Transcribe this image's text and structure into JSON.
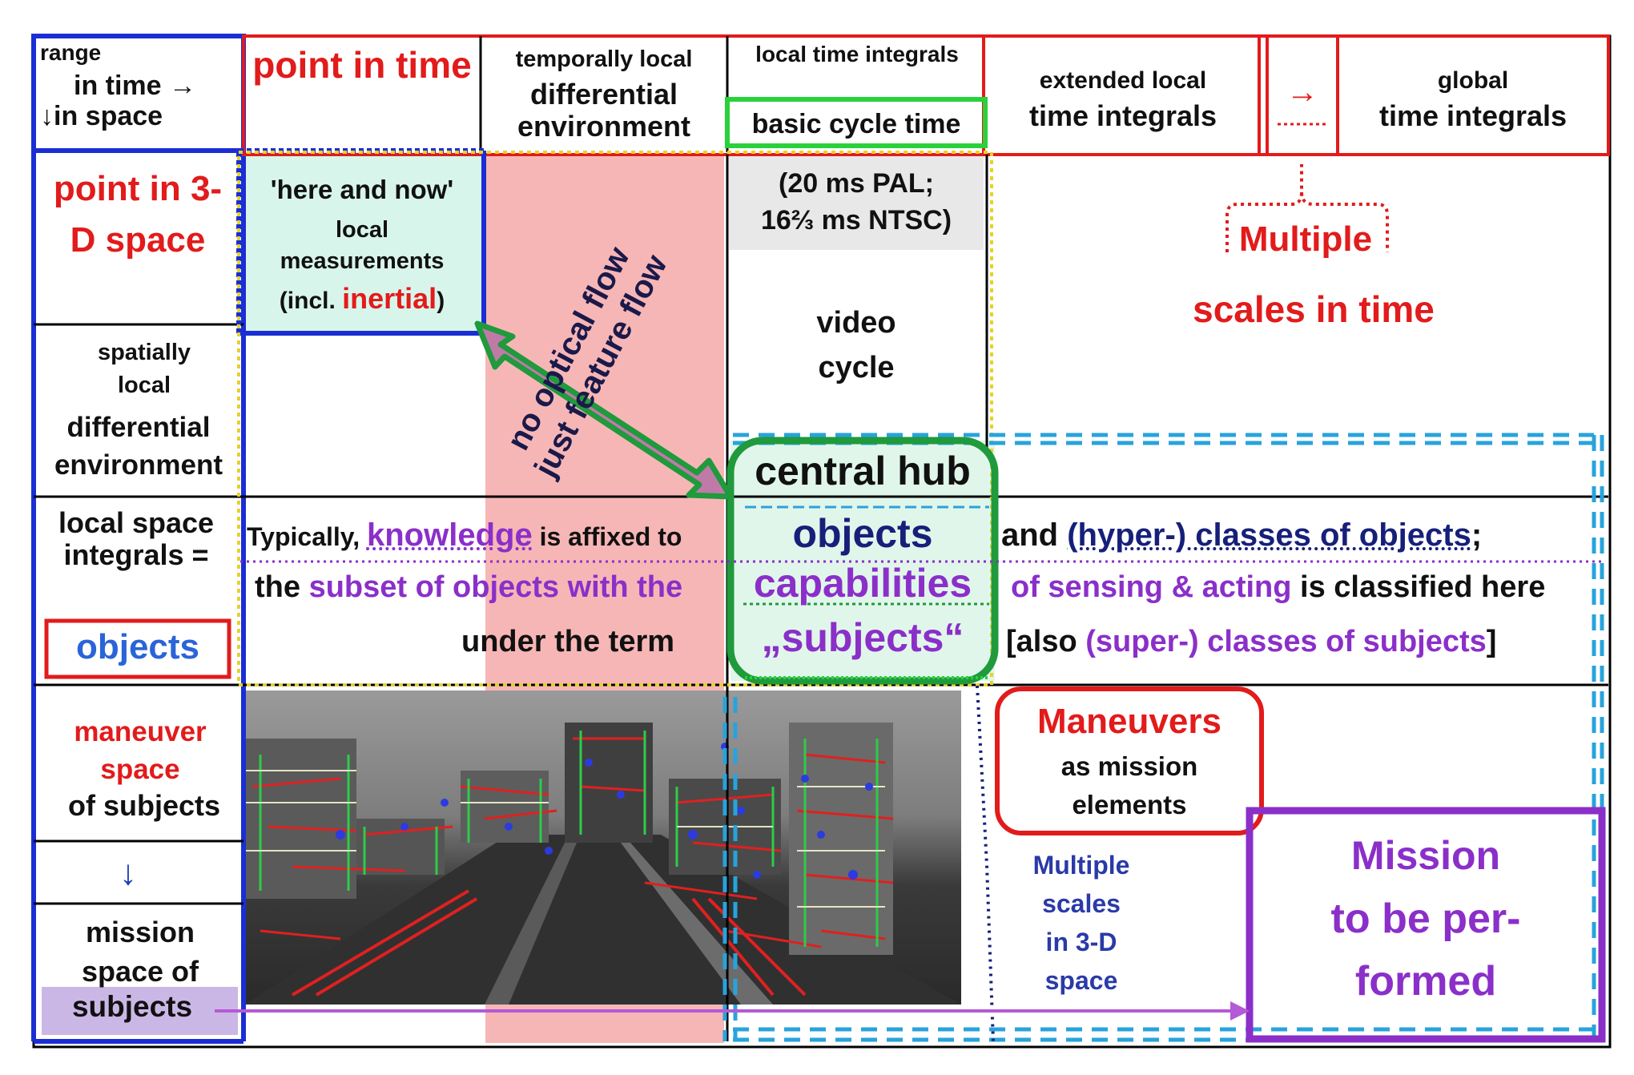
{
  "header": {
    "range": "range",
    "in_time": "in time →",
    "in_space": "↓in space",
    "point_in_time": "point in time",
    "temporally_local": "temporally local",
    "differential_environment": "differential environment",
    "local_time_integrals": "local time integrals",
    "basic_cycle_time": "basic cycle time",
    "extended_local": "extended local",
    "time_integrals": "time integrals",
    "arrow": "→",
    "global": "global",
    "global_time_integrals": "time integrals"
  },
  "rows": {
    "point_in_3d_space": "point in 3-D space",
    "spatially_local": "spatially local",
    "differential_environment": "differential environment",
    "local_space_integrals": "local space integrals =",
    "objects_box": "objects",
    "maneuver_space": "maneuver space",
    "of_subjects": "of subjects",
    "down_arrow": "↓",
    "mission_space_of": "mission space of",
    "subjects": "subjects"
  },
  "cells": {
    "here_and_now": "'here and now'",
    "local_measurements": "local measurements",
    "incl": "(incl. ",
    "inertial": "inertial",
    "incl_close": ")",
    "optical_flow_1": "no optical flow",
    "optical_flow_2": "just feature flow",
    "pal": "(20 ms PAL;",
    "ntsc": "16⅔ ms NTSC)",
    "video": "video",
    "cycle": "cycle",
    "multiple": "Multiple",
    "scales_in_time": "scales in time",
    "central_hub": "central hub",
    "typically": "Typically, ",
    "knowledge": "knowledge",
    "is_affixed": " is affixed  to",
    "objects_center": "objects",
    "and": "and ",
    "hyper_classes": "(hyper-) classes of objects",
    "semicolon": ";",
    "subset_prefix": "the ",
    "subset": "subset of objects with the",
    "capabilities": "capabilities",
    "sensing": "of sensing & acting",
    "classified": " is classified here",
    "under_the_term": "under the term",
    "subjects_term": "„subjects“",
    "also": "[also ",
    "super_classes": "(super-) classes of subjects",
    "also_close": "]",
    "maneuvers": "Maneuvers",
    "as_mission": "as mission",
    "elements": "elements",
    "multiple_scales_3d_1": "Multiple",
    "multiple_scales_3d_2": "scales",
    "multiple_scales_3d_3": "in 3-D",
    "multiple_scales_3d_4": "space",
    "mission": "Mission",
    "to_be_per": "to be per-",
    "formed": "formed"
  },
  "colors": {
    "red": "#e21b1b",
    "blue": "#1e3fb4",
    "purple": "#8b2fc9",
    "green": "#1f9a3d",
    "cyan": "#2aa3d8",
    "pink": "#f7b3b3",
    "mint": "#d6f5ea"
  },
  "icons": {
    "street_image": "street-scene-feature-image"
  }
}
